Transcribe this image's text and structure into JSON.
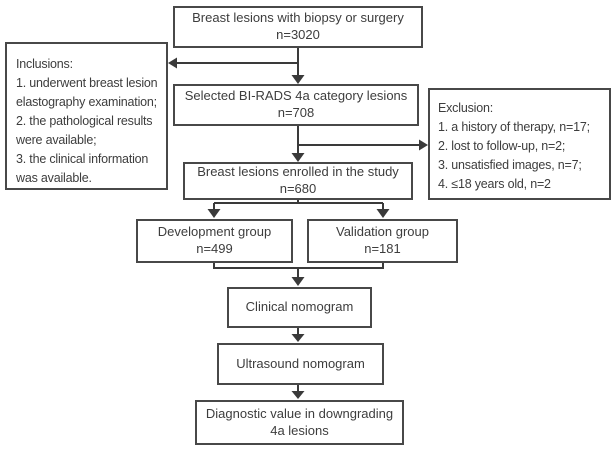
{
  "figure": {
    "background": "#ffffff",
    "line_color": "#3a3a3a",
    "border_color": "#484848",
    "text_color": "#3d3d3d"
  },
  "flowchart": {
    "top": {
      "line1": "Breast lesions with biopsy or surgery",
      "line2": "n=3020"
    },
    "inclusions": {
      "title": "Inclusions:",
      "items": [
        "1. underwent breast lesion elastography examination;",
        "2. the pathological results were available;",
        "3. the clinical information was available."
      ]
    },
    "selected": {
      "line1": "Selected BI-RADS 4a category lesions",
      "line2": "n=708"
    },
    "exclusion": {
      "title": "Exclusion:",
      "items": [
        "1. a history of therapy, n=17;",
        "2. lost to follow-up, n=2;",
        "3. unsatisfied images, n=7;",
        "4. ≤18 years old, n=2"
      ]
    },
    "enrolled": {
      "line1": "Breast lesions enrolled in the study",
      "line2": "n=680"
    },
    "development": {
      "line1": "Development group",
      "line2": "n=499"
    },
    "validation": {
      "line1": "Validation group",
      "line2": "n=181"
    },
    "clinical": {
      "line1": "Clinical nomogram"
    },
    "ultrasound": {
      "line1": "Ultrasound nomogram"
    },
    "diagnostic": {
      "line1": "Diagnostic value in downgrading",
      "line2": "4a lesions"
    }
  }
}
